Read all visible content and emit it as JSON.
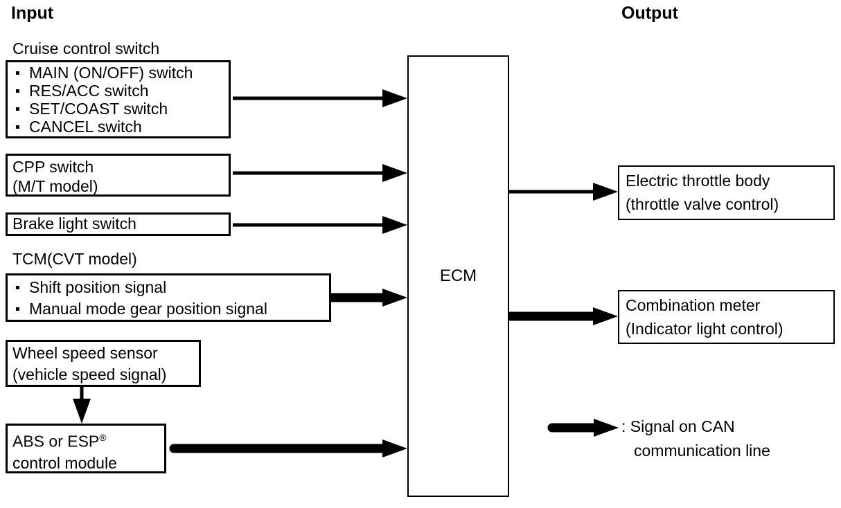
{
  "headers": {
    "input": "Input",
    "output": "Output"
  },
  "ecm": {
    "label": "ECM"
  },
  "input_groups": [
    {
      "label": "Cruise control switch",
      "items": [
        "MAIN (ON/OFF) switch",
        "RES/ACC switch",
        "SET/COAST switch",
        "CANCEL switch"
      ]
    },
    {
      "lines": [
        "CPP switch",
        "(M/T model)"
      ]
    },
    {
      "lines": [
        "Brake light switch"
      ]
    },
    {
      "label": "TCM(CVT model)",
      "items": [
        "Shift position signal",
        "Manual mode gear position signal"
      ]
    },
    {
      "lines": [
        "Wheel speed sensor",
        "(vehicle speed signal)"
      ]
    },
    {
      "name_part": "ABS or ESP",
      "registered_mark": "®",
      "line2": "control module"
    }
  ],
  "output_groups": [
    {
      "lines": [
        "Electric throttle body",
        "(throttle valve control)"
      ]
    },
    {
      "lines": [
        "Combination meter",
        "(Indicator light control)"
      ]
    }
  ],
  "legend": {
    "line1": ": Signal on CAN",
    "line2": "communication line"
  },
  "colors": {
    "ink": "#000000",
    "background": "#ffffff"
  }
}
